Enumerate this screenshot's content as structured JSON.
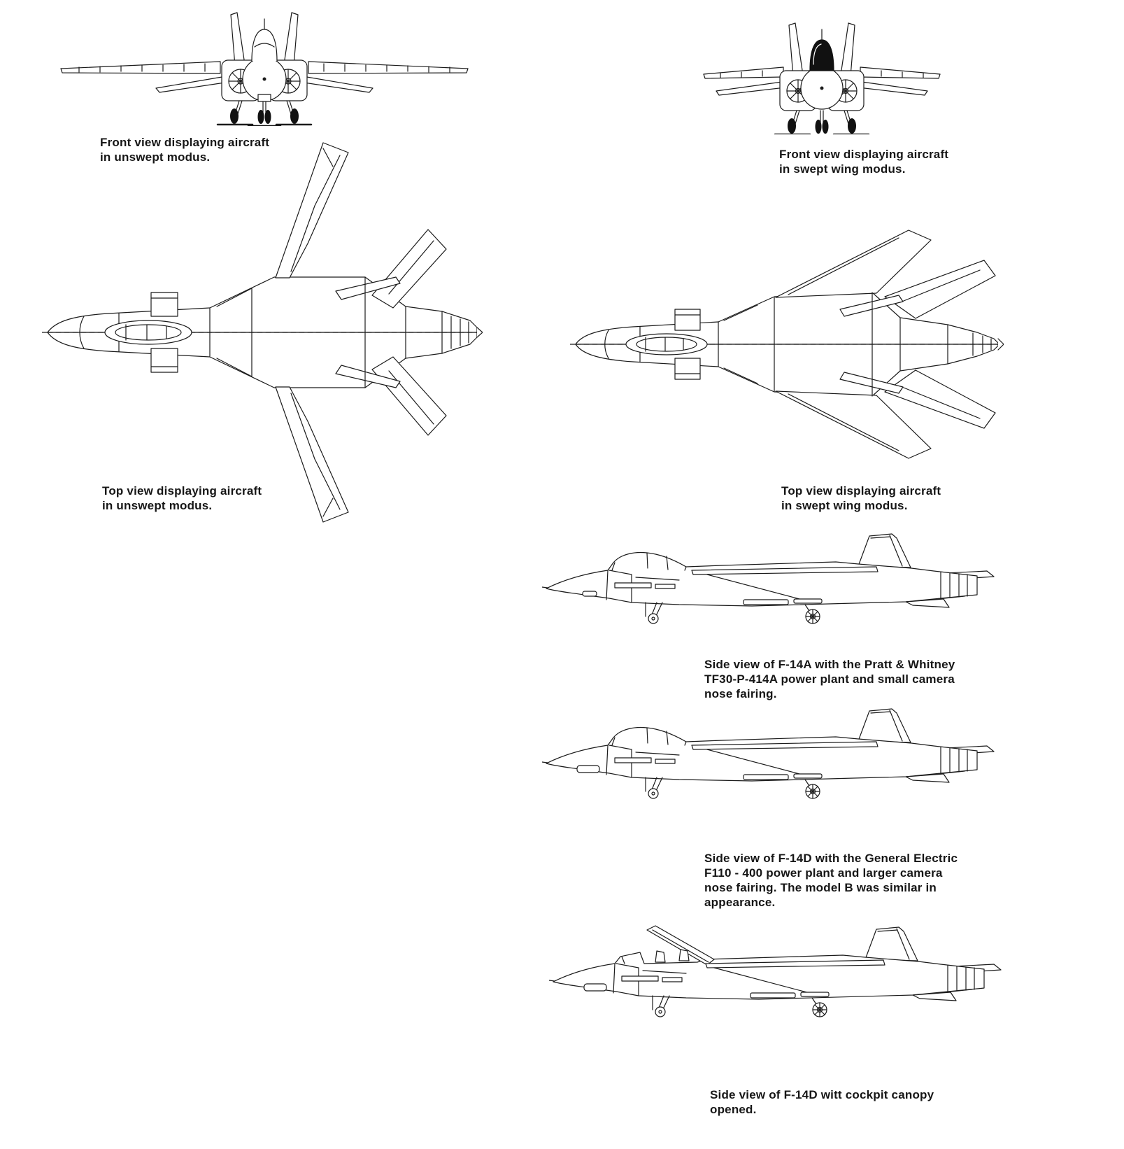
{
  "page": {
    "background": "#ffffff",
    "line_color": "#1b1b1b",
    "text_color": "#161616",
    "subject": "F-14 Tomcat three-view technical drawings"
  },
  "figures": [
    {
      "name": "front-unswept",
      "caption": "Front view displaying aircraft\nin unswept modus."
    },
    {
      "name": "front-swept",
      "caption": "Front view displaying aircraft\nin swept wing modus."
    },
    {
      "name": "top-unswept",
      "caption": "Top view displaying aircraft\nin unswept modus."
    },
    {
      "name": "top-swept",
      "caption": "Top view displaying aircraft\nin swept wing modus."
    },
    {
      "name": "side-f14a",
      "caption": "Side view of F-14A with the Pratt & Whitney\nTF30-P-414A power plant and small camera\nnose fairing."
    },
    {
      "name": "side-f14d",
      "caption": "Side view of F-14D with the General Electric\nF110 - 400 power plant and larger camera\nnose fairing. The model B was similar in\nappearance."
    },
    {
      "name": "side-f14d-open",
      "caption": "Side view of F-14D witt cockpit canopy\nopened."
    }
  ]
}
